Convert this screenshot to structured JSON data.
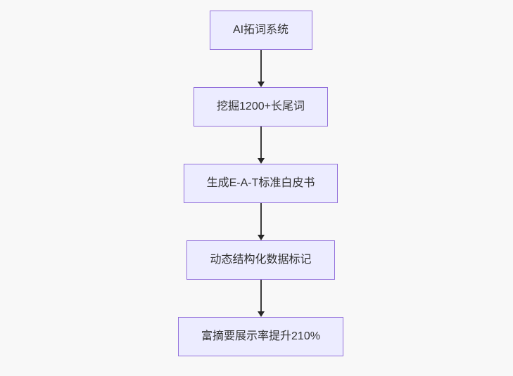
{
  "diagram": {
    "type": "flowchart",
    "direction": "top-down",
    "nodes": [
      {
        "id": "1",
        "label": "AI拓词系统"
      },
      {
        "id": "2",
        "label": "挖掘1200+长尾词"
      },
      {
        "id": "3",
        "label": "生成E-A-T标准白皮书"
      },
      {
        "id": "4",
        "label": "动态结构化数据标记"
      },
      {
        "id": "5",
        "label": "富摘要展示率提升210%"
      }
    ],
    "edges": [
      {
        "from": "1",
        "to": "2"
      },
      {
        "from": "2",
        "to": "3"
      },
      {
        "from": "3",
        "to": "4"
      },
      {
        "from": "4",
        "to": "5"
      }
    ],
    "colors": {
      "node_fill": "#ececff",
      "node_border": "#9370db",
      "node_text": "#333333",
      "arrow": "#333333",
      "background": "#f8f8f8"
    }
  }
}
